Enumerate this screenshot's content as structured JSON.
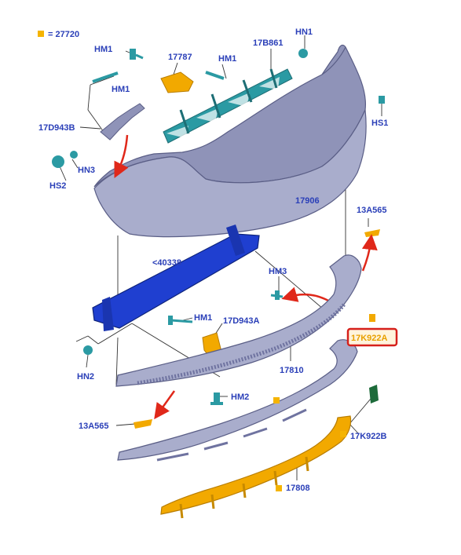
{
  "legend": {
    "swatch_color": "#f5b400",
    "text": "= 27720"
  },
  "colors": {
    "part_blue": "#1f3fd0",
    "part_teal": "#2b9aa3",
    "part_orange": "#f2a900",
    "part_green": "#1d6b3a",
    "part_grey": "#8f93b8",
    "label_blue": "#2a3fb8",
    "arrow_red": "#e0281a",
    "highlight_red": "#d6201b"
  },
  "labels": {
    "hm1_top": "HM1",
    "p17787": "17787",
    "hm1_mid": "HM1",
    "p17b861": "17B861",
    "hn1": "HN1",
    "hm1_left": "HM1",
    "p17d943b": "17D943B",
    "hn3": "HN3",
    "hs1": "HS1",
    "hs2": "HS2",
    "p17906": "17906",
    "p13a565_right": "13A565",
    "p40338": "<40338",
    "hm3": "HM3",
    "hm1_lower": "HM1",
    "p17d943a": "17D943A",
    "p17k922a": "17K922A",
    "hn2": "HN2",
    "p17810": "17810",
    "hm2": "HM2",
    "p13a565_left": "13A565",
    "p17k922b": "17K922B",
    "p17808": "17808"
  }
}
